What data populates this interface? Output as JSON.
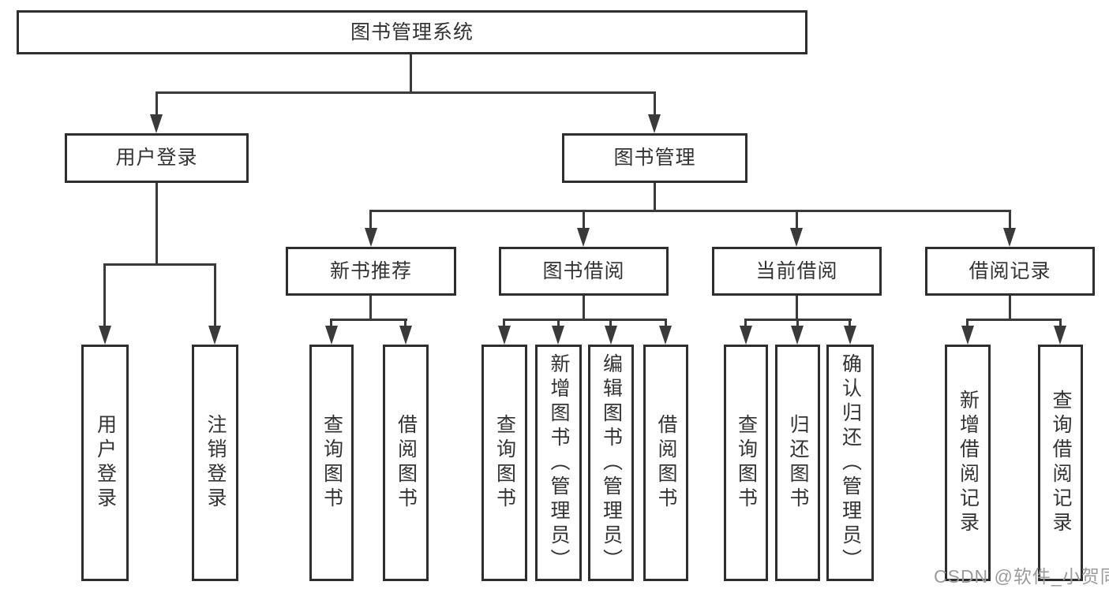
{
  "diagram": {
    "root": {
      "label": "图书管理系统"
    },
    "level2": [
      {
        "id": "user-login",
        "label": "用户登录"
      },
      {
        "id": "book-management",
        "label": "图书管理"
      }
    ],
    "level3": [
      {
        "id": "new-book-recommendation",
        "parent": "book-management",
        "label": "新书推荐"
      },
      {
        "id": "book-borrowing",
        "parent": "book-management",
        "label": "图书借阅"
      },
      {
        "id": "current-borrowing",
        "parent": "book-management",
        "label": "当前借阅"
      },
      {
        "id": "borrowing-records",
        "parent": "book-management",
        "label": "借阅记录"
      }
    ],
    "leaves": [
      {
        "parent": "user-login",
        "label": "用户登录"
      },
      {
        "parent": "user-login",
        "label": "注销登录"
      },
      {
        "parent": "new-book-recommendation",
        "label": "查询图书"
      },
      {
        "parent": "new-book-recommendation",
        "label": "借阅图书"
      },
      {
        "parent": "book-borrowing",
        "label": "查询图书"
      },
      {
        "parent": "book-borrowing",
        "label": "新增图书（管理员）"
      },
      {
        "parent": "book-borrowing",
        "label": "编辑图书（管理员）"
      },
      {
        "parent": "book-borrowing",
        "label": "借阅图书"
      },
      {
        "parent": "current-borrowing",
        "label": "查询图书"
      },
      {
        "parent": "current-borrowing",
        "label": "归还图书"
      },
      {
        "parent": "current-borrowing",
        "label": "确认归还（管理员）"
      },
      {
        "parent": "borrowing-records",
        "label": "新增借阅记录"
      },
      {
        "parent": "borrowing-records",
        "label": "查询借阅记录"
      }
    ],
    "watermark": "CSDN @软件_小贺同学",
    "colors": {
      "line": "#3a3a3a",
      "border": "#2e2e2e",
      "text": "#333333",
      "watermark": "#9b9b9b",
      "background": "#ffffff"
    }
  }
}
